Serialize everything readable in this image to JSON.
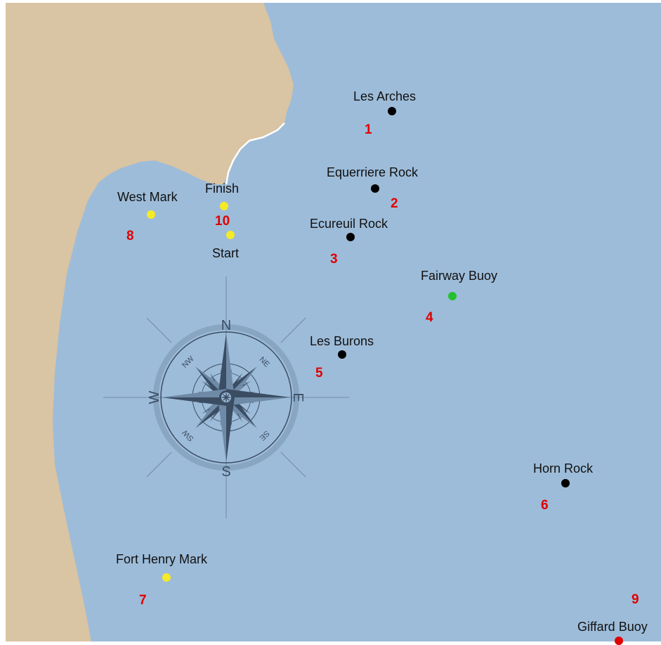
{
  "colors": {
    "sea": "#9dbcd9",
    "land": "#d9c4a3",
    "frame": "#ffffff",
    "compass": "#3b4d63",
    "compass_ring": "#6f8aa6",
    "number": "#e00000",
    "label": "#111111",
    "black_mark": "#000000",
    "yellow_mark": "#f5ea26",
    "green_mark": "#22c12e",
    "red_mark": "#e00000"
  },
  "marks": [
    {
      "label": "Les Arches",
      "number": "1",
      "color": "#000000"
    },
    {
      "label": "Equerriere Rock",
      "number": "2",
      "color": "#000000"
    },
    {
      "label": "Ecureuil Rock",
      "number": "3",
      "color": "#000000"
    },
    {
      "label": "Fairway Buoy",
      "number": "4",
      "color": "#22c12e"
    },
    {
      "label": "Les Burons",
      "number": "5",
      "color": "#000000"
    },
    {
      "label": "Horn Rock",
      "number": "6",
      "color": "#000000"
    },
    {
      "label": "Fort Henry Mark",
      "number": "7",
      "color": "#f5ea26"
    },
    {
      "label": "West Mark",
      "number": "8",
      "color": "#f5ea26"
    },
    {
      "label": "Giffard Buoy",
      "number": "9",
      "color": "#e00000"
    },
    {
      "label": "Finish",
      "number": "10",
      "color": "#f5ea26"
    },
    {
      "label": "Start",
      "number": "",
      "color": "#f5ea26"
    }
  ],
  "compass": {
    "cardinals": [
      "N",
      "E",
      "S",
      "W"
    ],
    "intercardinals": [
      "NE",
      "SE",
      "SW",
      "NW"
    ]
  }
}
